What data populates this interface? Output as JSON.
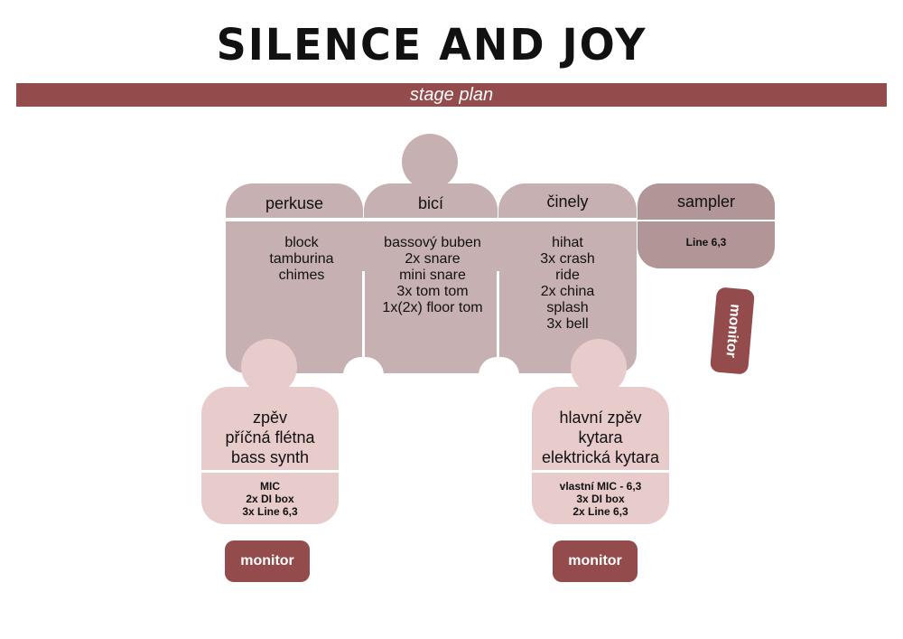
{
  "title": "SILENCE AND JOY",
  "subtitle": "stage plan",
  "drums": {
    "perkuse": {
      "label": "perkuse",
      "items": [
        "block",
        "tamburina",
        "chimes"
      ]
    },
    "bici": {
      "label": "bicí",
      "items": [
        "bassový buben",
        "2x snare",
        "mini snare",
        "3x tom tom",
        "1x(2x) floor tom"
      ]
    },
    "cinely": {
      "label": "činely",
      "items": [
        "hihat",
        "3x crash",
        "ride",
        "2x china",
        "splash",
        "3x bell"
      ]
    }
  },
  "sampler": {
    "label": "sampler",
    "input": "Line 6,3"
  },
  "left_player": {
    "roles": [
      "zpěv",
      "příčná flétna",
      "bass synth"
    ],
    "inputs": [
      "MIC",
      "2x DI box",
      "3x Line 6,3"
    ]
  },
  "right_player": {
    "roles": [
      "hlavní zpěv",
      "kytara",
      "elektrická kytara"
    ],
    "inputs": [
      "vlastní MIC - 6,3",
      "3x DI box",
      "2x Line 6,3"
    ]
  },
  "monitors": {
    "left": "monitor",
    "center": "monitor",
    "right": "monitor"
  }
}
